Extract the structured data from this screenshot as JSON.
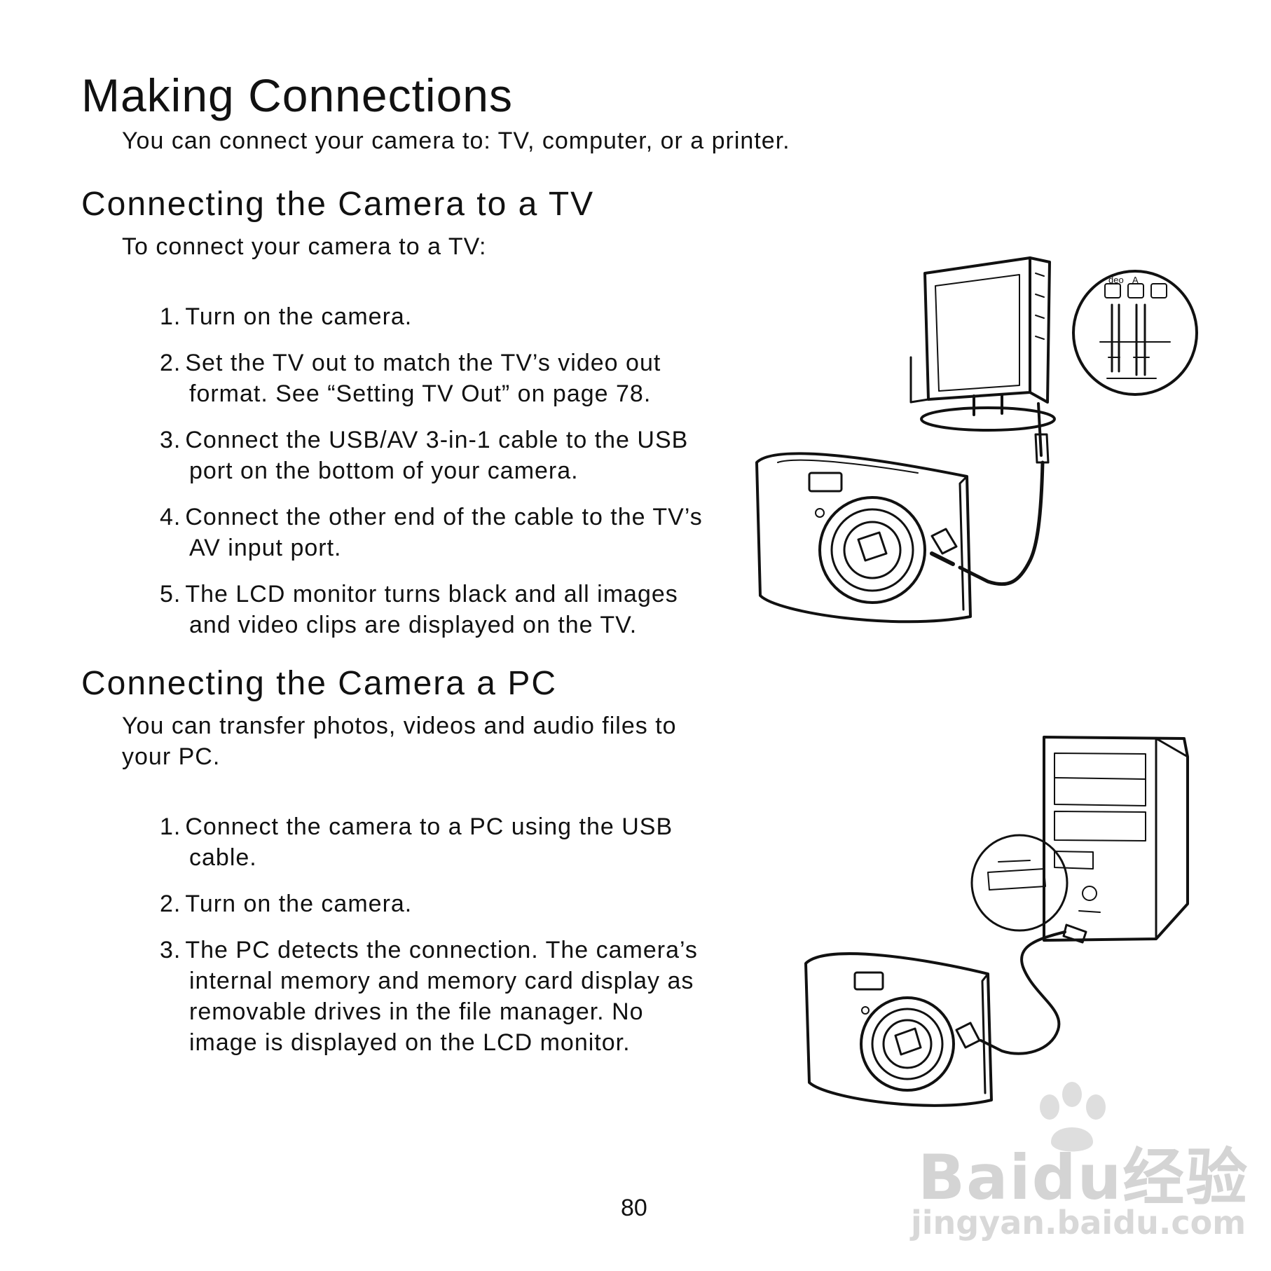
{
  "title": "Making Connections",
  "intro": "You can connect your camera to: TV, computer, or a printer.",
  "tv_section": {
    "title": "Connecting the Camera to a TV",
    "intro": "To connect your camera to a TV:",
    "steps": [
      {
        "num": "1.",
        "text": "Turn on the camera."
      },
      {
        "num": "2.",
        "text": "Set the TV out to match the TV’s video out format. See “Setting TV Out” on page 78."
      },
      {
        "num": "3.",
        "text": "Connect the USB/AV 3-in-1 cable to the USB port on the bottom of your camera."
      },
      {
        "num": "4.",
        "text": "Connect the other end of the cable to the TV’s AV input port."
      },
      {
        "num": "5.",
        "text": "The LCD monitor turns black and all images and video clips are displayed on the TV."
      }
    ]
  },
  "pc_section": {
    "title": "Connecting the Camera a PC",
    "intro": "You can transfer photos, videos and audio files to your PC.",
    "steps": [
      {
        "num": "1.",
        "text": "Connect the camera to a PC using the USB cable."
      },
      {
        "num": "2.",
        "text": "Turn on the camera."
      },
      {
        "num": "3.",
        "text": "The PC detects the connection. The camera’s internal memory and memory card display as removable drives in the file manager. No image is displayed on the LCD monitor."
      }
    ]
  },
  "tv_figure": {
    "port_label_left": "deo",
    "port_label_right": "A"
  },
  "page_number": "80",
  "watermark": {
    "brand": "Baidu经验",
    "url": "jingyan.baidu.com"
  }
}
